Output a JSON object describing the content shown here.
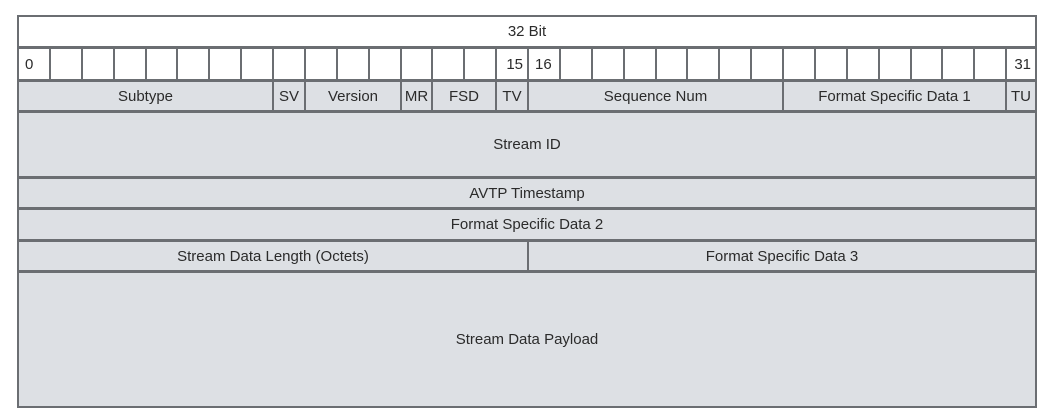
{
  "header": "32 Bit",
  "bit_labels": [
    "0",
    "",
    "",
    "",
    "",
    "",
    "",
    "",
    "",
    "",
    "",
    "",
    "",
    "",
    "",
    "15",
    "16",
    "",
    "",
    "",
    "",
    "",
    "",
    "",
    "",
    "",
    "",
    "",
    "",
    "",
    "",
    "31"
  ],
  "fields": [
    {
      "label": "Subtype",
      "start": 0,
      "width": 8,
      "row": 0
    },
    {
      "label": "SV",
      "start": 8,
      "width": 1,
      "row": 0
    },
    {
      "label": "Version",
      "start": 9,
      "width": 3,
      "row": 0
    },
    {
      "label": "MR",
      "start": 12,
      "width": 1,
      "row": 0
    },
    {
      "label": "FSD",
      "start": 13,
      "width": 2,
      "row": 0
    },
    {
      "label": "TV",
      "start": 15,
      "width": 1,
      "row": 0
    },
    {
      "label": "Sequence Num",
      "start": 16,
      "width": 8,
      "row": 0
    },
    {
      "label": "Format Specific Data 1",
      "start": 24,
      "width": 7,
      "row": 0
    },
    {
      "label": "TU",
      "start": 31,
      "width": 1,
      "row": 0
    },
    {
      "label": "Stream ID",
      "start": 0,
      "width": 32,
      "row": 1
    },
    {
      "label": "AVTP Timestamp",
      "start": 0,
      "width": 32,
      "row": 2
    },
    {
      "label": "Format Specific Data 2",
      "start": 0,
      "width": 32,
      "row": 3
    },
    {
      "label": "Stream Data Length (Octets)",
      "start": 0,
      "width": 16,
      "row": 4
    },
    {
      "label": "Format Specific Data 3",
      "start": 16,
      "width": 16,
      "row": 4
    },
    {
      "label": "Stream Data Payload",
      "start": 0,
      "width": 32,
      "row": 5
    }
  ]
}
